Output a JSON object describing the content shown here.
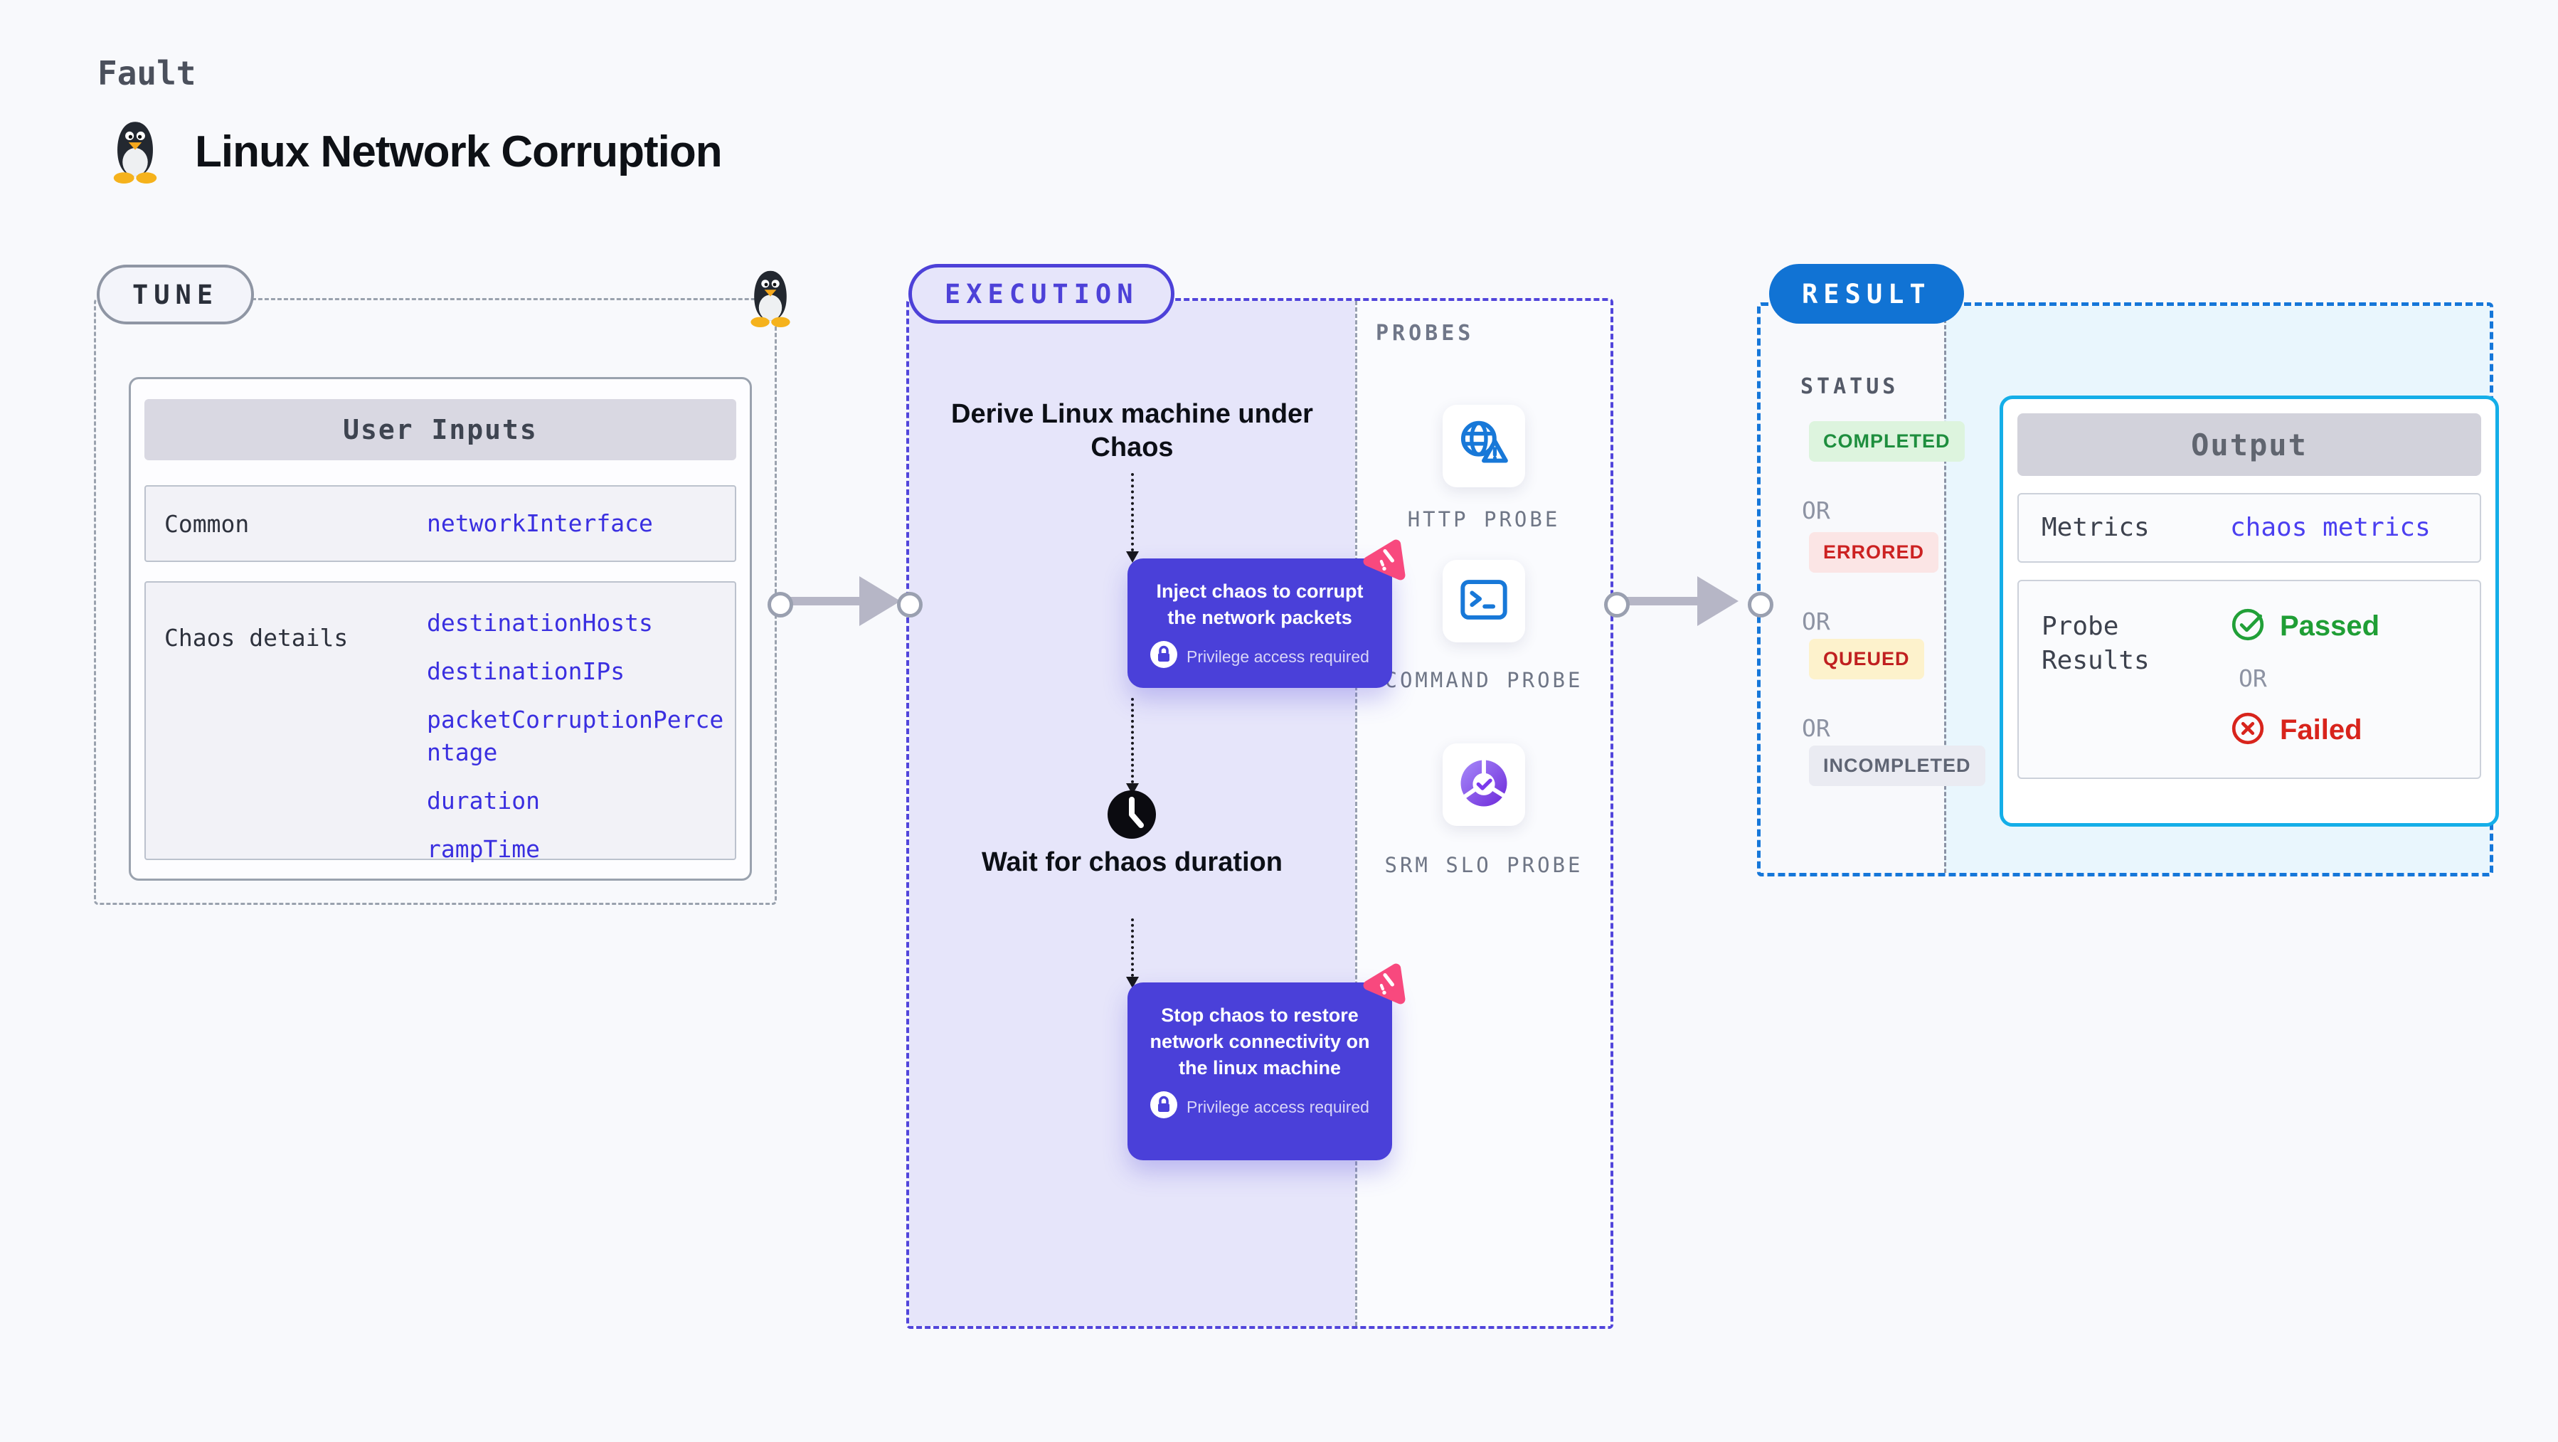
{
  "header": {
    "kicker": "Fault",
    "title": "Linux Network Corruption"
  },
  "tune": {
    "badge": "TUNE",
    "user_inputs": {
      "header": "User Inputs",
      "rows": [
        {
          "label": "Common",
          "values": [
            "networkInterface"
          ]
        },
        {
          "label": "Chaos details",
          "values": [
            "destinationHosts",
            "destinationIPs",
            "packetCorruptionPercentage",
            "duration",
            "rampTime"
          ]
        }
      ]
    }
  },
  "execution": {
    "badge": "EXECUTION",
    "flow": {
      "derive_label": "Derive Linux machine under Chaos",
      "inject_label": "Inject chaos to corrupt the network packets",
      "privilege_note": "Privilege access required",
      "wait_label": "Wait for chaos duration",
      "stop_label": "Stop chaos to restore network connectivity on the linux machine"
    },
    "probes": {
      "title": "PROBES",
      "items": [
        {
          "label": "HTTP PROBE",
          "icon": "globe-warning-icon"
        },
        {
          "label": "COMMAND PROBE",
          "icon": "terminal-icon"
        },
        {
          "label": "SRM SLO PROBE",
          "icon": "slo-pie-icon"
        }
      ]
    }
  },
  "result": {
    "badge": "RESULT",
    "status": {
      "title": "STATUS",
      "separator": "OR",
      "items": [
        "COMPLETED",
        "ERRORED",
        "QUEUED",
        "INCOMPLETED"
      ]
    },
    "output": {
      "header": "Output",
      "metrics_label": "Metrics",
      "metrics_value": "chaos metrics",
      "probe_results_label": "Probe Results",
      "passed_label": "Passed",
      "or_label": "OR",
      "failed_label": "Failed"
    }
  },
  "colors": {
    "page_bg": "#f8f9fc",
    "indigo": "#4a40d9",
    "lavender_fill": "#e6e5fa",
    "result_blue": "#1173d4",
    "output_border_cyan": "#14aee8",
    "cyan_fill": "#e9f6fd",
    "value_indigo": "#3a2fe0",
    "pink_logo": "#f8497e",
    "passed_green": "#1f9e35",
    "failed_red": "#d8241c",
    "probe_icon_blue": "#1878d8",
    "arrow_gray": "#b6b6c6"
  }
}
